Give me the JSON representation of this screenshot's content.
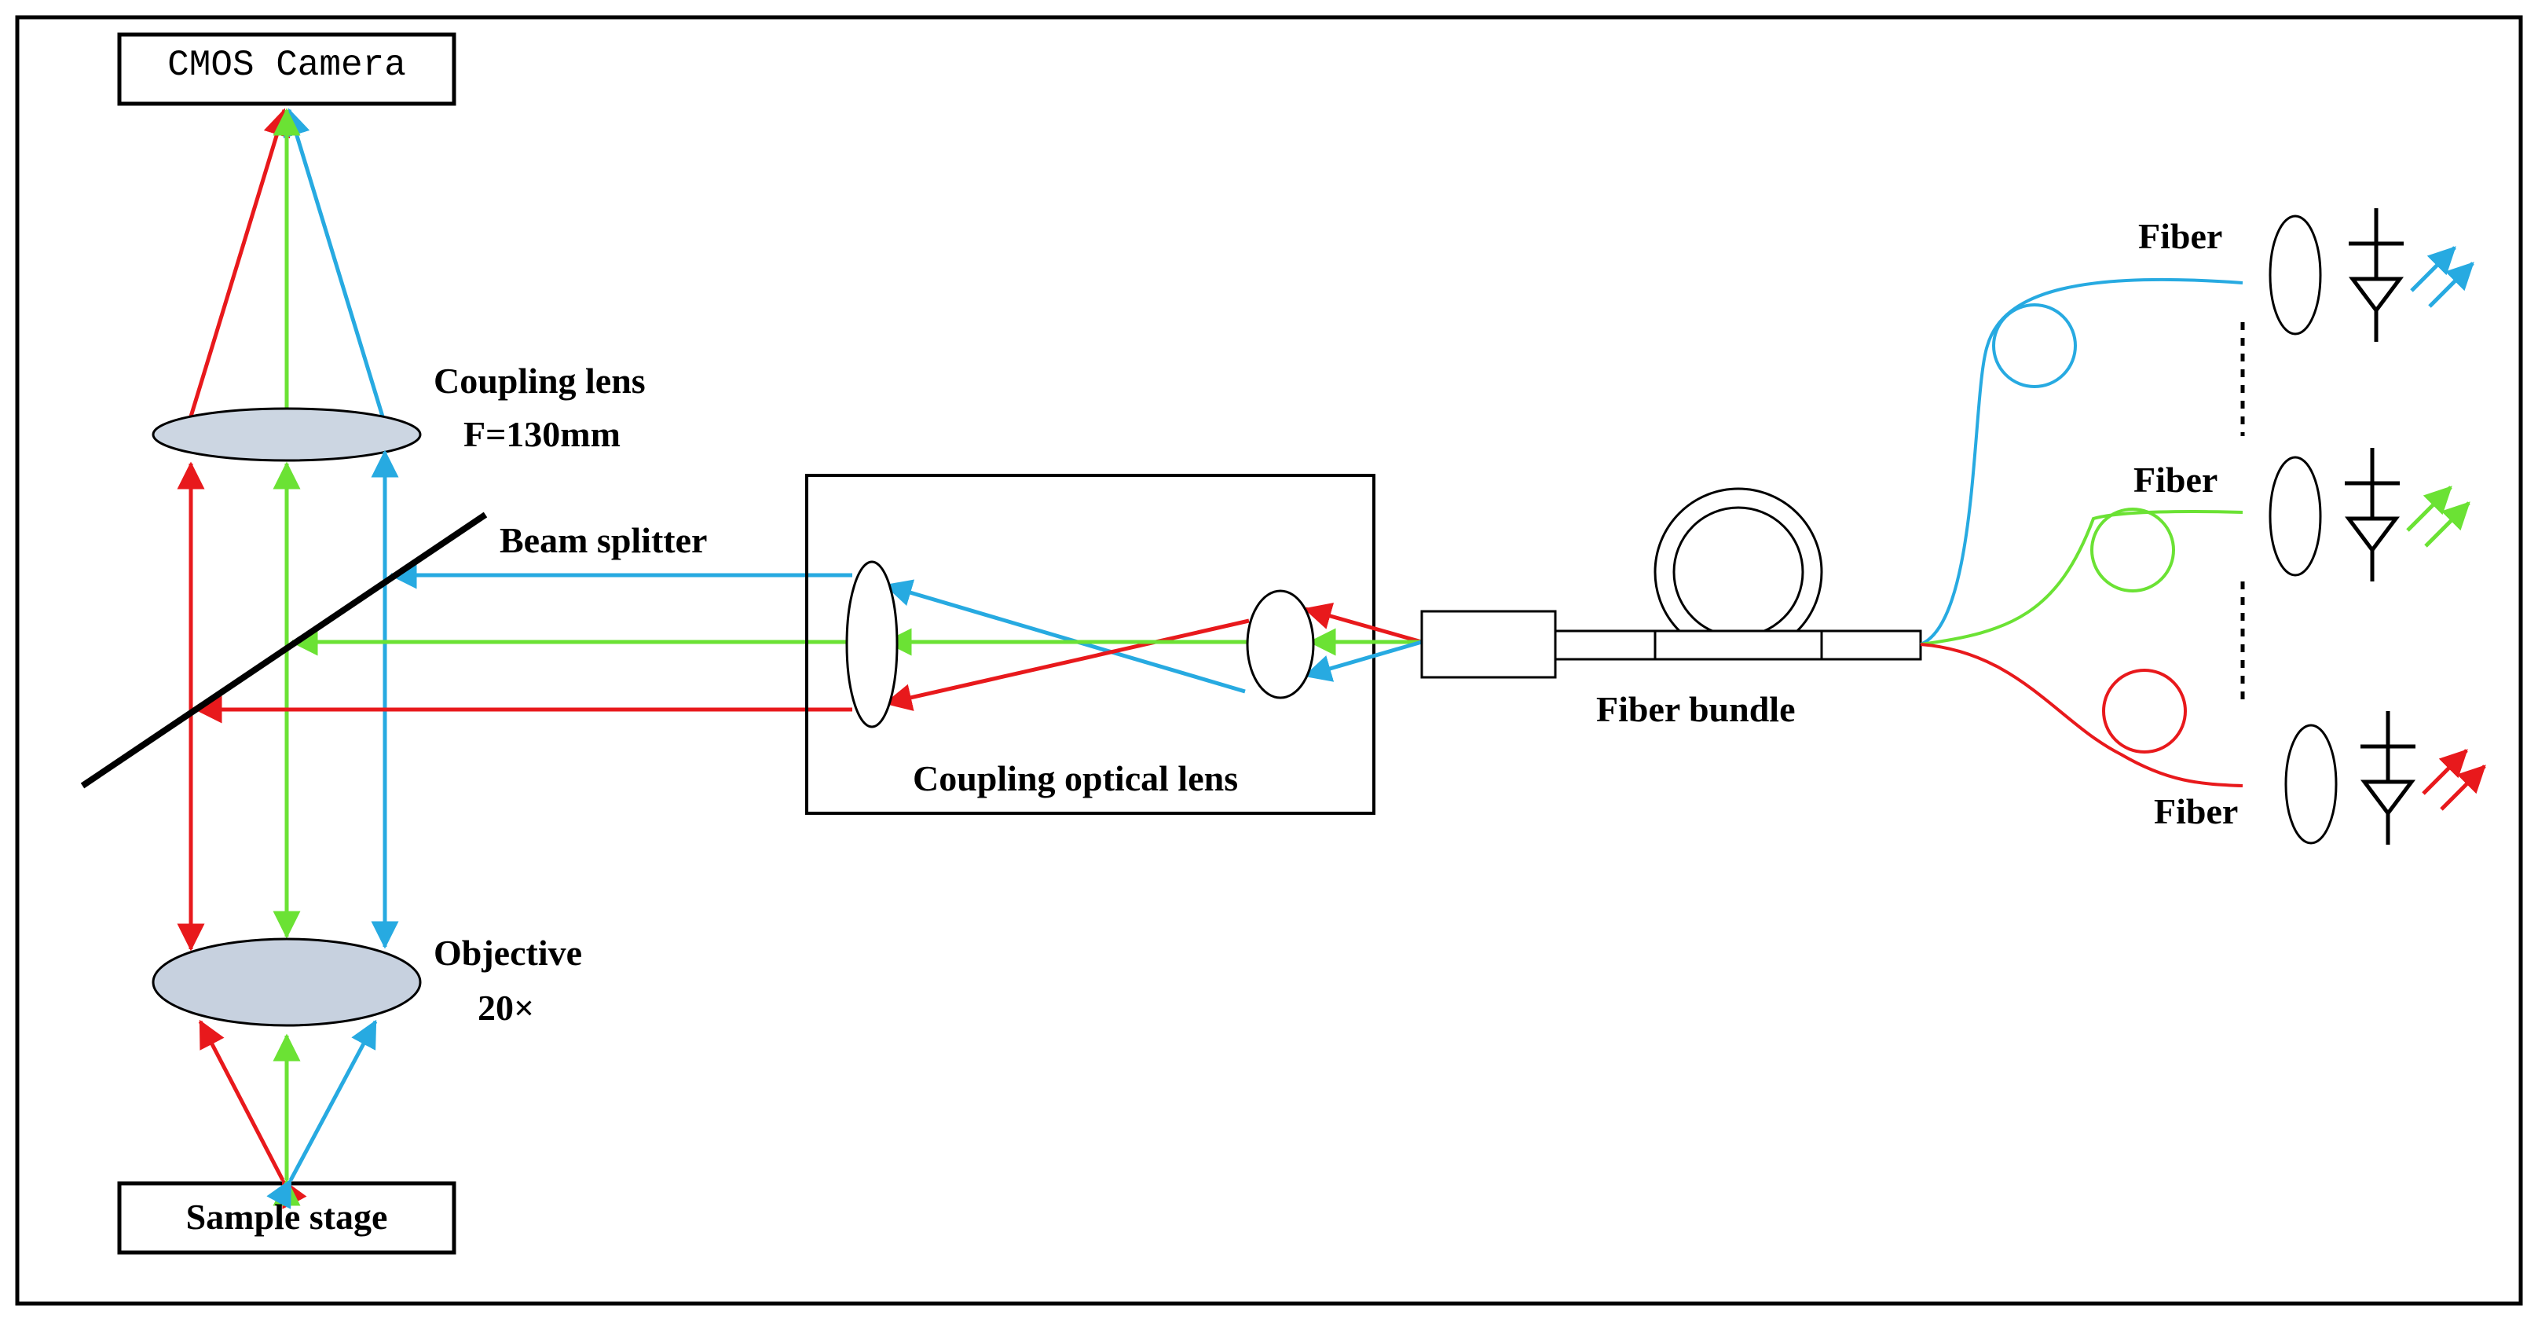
{
  "labels": {
    "camera": "CMOS Camera",
    "coupling_lens": "Coupling lens",
    "focal_length": "F=130mm",
    "beam_splitter": "Beam splitter",
    "objective": "Objective",
    "magnification": "20×",
    "sample_stage": "Sample stage",
    "coupling_optical_lens": "Coupling optical lens",
    "fiber_bundle": "Fiber bundle",
    "fiber_top": "Fiber",
    "fiber_mid": "Fiber",
    "fiber_bottom": "Fiber"
  },
  "colors": {
    "red": "#e8191c",
    "green": "#6be234",
    "blue": "#27aae1",
    "black": "#000000",
    "lens_fill": "#ccd6e2",
    "objective_fill": "#c7d1df"
  }
}
